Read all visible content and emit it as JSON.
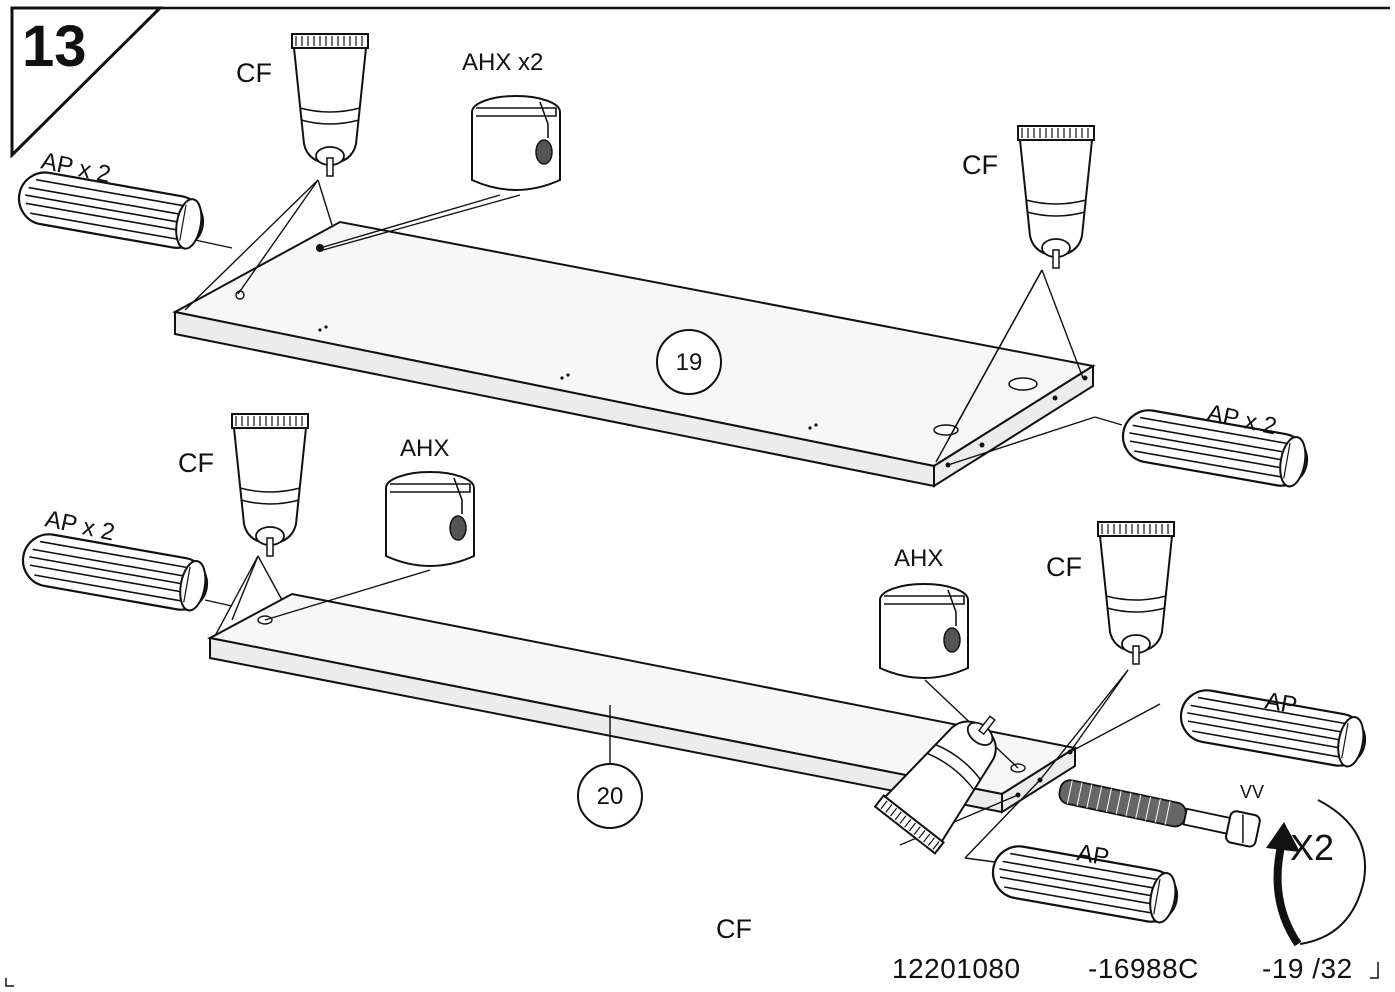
{
  "step": {
    "number": "13"
  },
  "labels": {
    "cf_tube_top": "CF",
    "ahx_top": "AHX x2",
    "ap_top_left": "AP x 2",
    "cf_top_right": "CF",
    "ap_top_right": "AP x 2",
    "cf_mid_left": "CF",
    "ahx_mid": "AHX",
    "ap_mid_left": "AP x 2",
    "ahx_bottom_right": "AHX",
    "cf_bottom_right": "CF",
    "ap_bottom_right": "AP",
    "vv_screw": "VV",
    "ap_bottom": "AP",
    "cf_bottom": "CF",
    "repeat": "X2"
  },
  "parts": {
    "panel_19": "19",
    "panel_20": "20"
  },
  "footer": {
    "code_1": "12201080",
    "code_2": "-16988C",
    "page": "-19 /32"
  }
}
